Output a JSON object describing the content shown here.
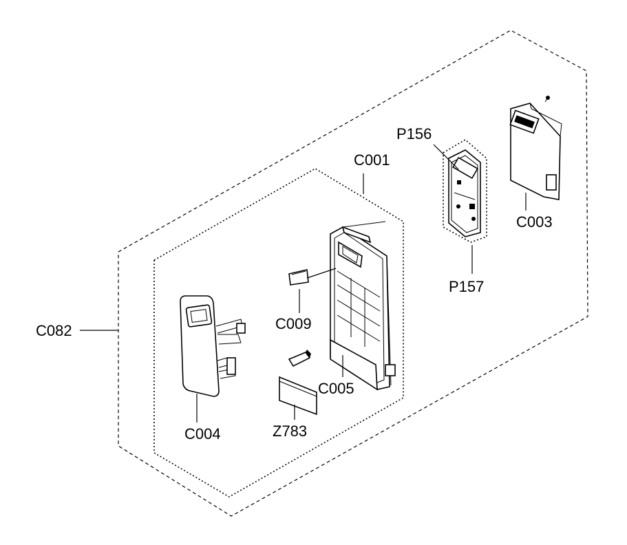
{
  "labels": {
    "c082": "C082",
    "c001": "C001",
    "c009": "C009",
    "c005": "C005",
    "c004": "C004",
    "z783": "Z783",
    "p156": "P156",
    "p157": "P157",
    "c003": "C003"
  }
}
